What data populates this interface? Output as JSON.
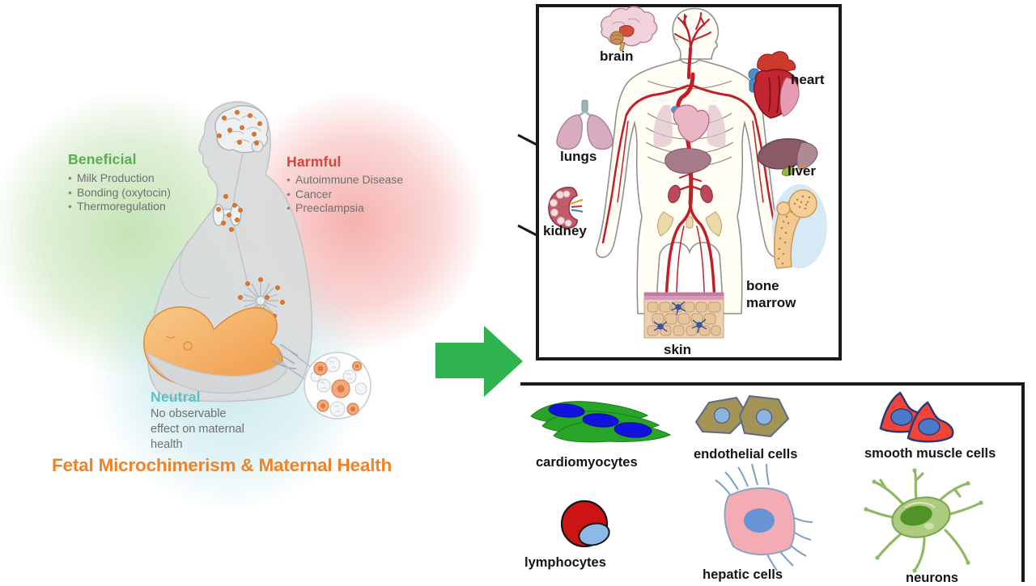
{
  "left_panel": {
    "beneficial": {
      "title": "Beneficial",
      "items": [
        "Milk Production",
        "Bonding (oxytocin)",
        "Thermoregulation"
      ]
    },
    "harmful": {
      "title": "Harmful",
      "items": [
        "Autoimmune Disease",
        "Cancer",
        "Preeclampsia"
      ]
    },
    "neutral": {
      "title": "Neutral",
      "description": "No observable effect on maternal health"
    },
    "caption": "Fetal Microchimerism & Maternal Health"
  },
  "body_panel": {
    "organs": {
      "brain": "brain",
      "heart": "heart",
      "lungs": "lungs",
      "liver": "liver",
      "kidney": "kidney",
      "bone_marrow": "bone marrow",
      "skin": "skin"
    }
  },
  "cells_panel": {
    "cells": {
      "cardiomyocytes": "cardiomyocytes",
      "endothelial": "endothelial cells",
      "smooth_muscle": "smooth muscle cells",
      "lymphocytes": "lymphocytes",
      "hepatic": "hepatic cells",
      "neurons": "neurons"
    }
  },
  "colors": {
    "beneficial_green": "#56ae4e",
    "harmful_red": "#d8433a",
    "neutral_teal": "#58c2c4",
    "caption_orange": "#ee8329",
    "arrow_green": "#2fb34e",
    "bullet_gray": "#6f6f6f",
    "label_black": "#141414",
    "panel_border_black": "#1a1a1a"
  },
  "icons": [
    "mother-and-baby-figure",
    "fetal-cells-inset",
    "green-arrow-icon",
    "human-body-illustration",
    "brain-icon",
    "heart-icon",
    "lungs-icon",
    "liver-icon",
    "kidney-icon",
    "bone-marrow-icon",
    "skin-icon",
    "cardiomyocytes-icon",
    "endothelial-cells-icon",
    "smooth-muscle-cells-icon",
    "lymphocytes-icon",
    "hepatic-cells-icon",
    "neurons-icon"
  ]
}
